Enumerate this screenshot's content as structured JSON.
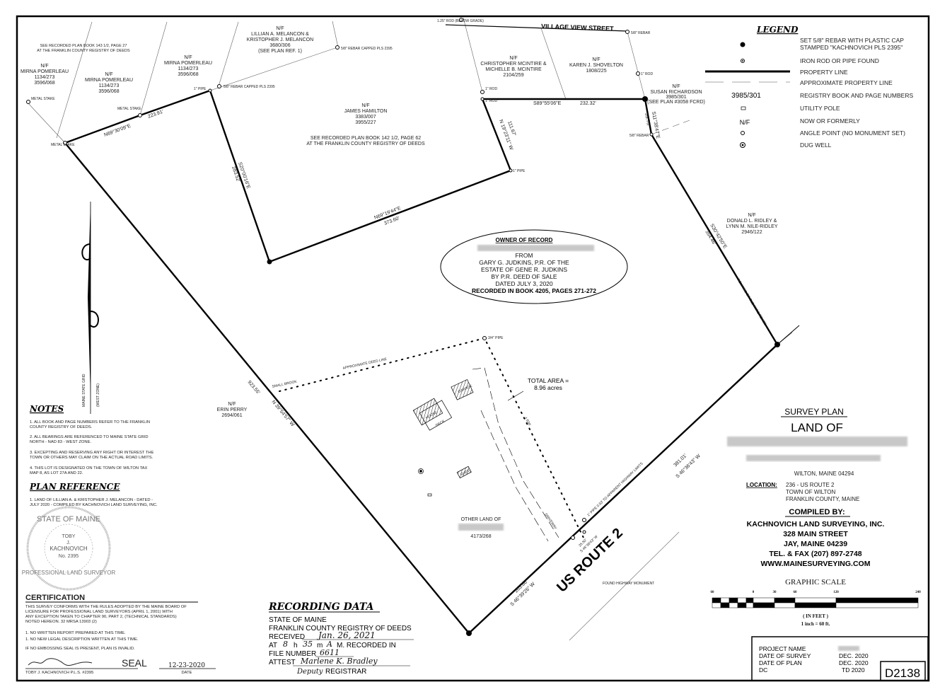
{
  "street": "VILLAGE VIEW STREET",
  "route": "US ROUTE 2",
  "parcels": {
    "plan_ref_143": [
      "SEE RECORDED PLAN BOOK 143 1/2, PAGE 27",
      "AT THE FRANKLIN COUNTY REGISTRY OF DEEDS"
    ],
    "pomerleau_1": [
      "N/F",
      "MIRNA POMERLEAU",
      "1134/273",
      "3596/068"
    ],
    "pomerleau_2": [
      "N/F",
      "MIRNA POMERLEAU",
      "1134/273",
      "3596/068"
    ],
    "pomerleau_3": [
      "N/F",
      "MIRNA POMERLEAU",
      "1134/273",
      "3596/068"
    ],
    "melancon": [
      "N/F",
      "LILLIAN A. MELANCON &",
      "KRISTOPHER J. MELANCON",
      "3680/306",
      "(SEE PLAN REF. 1)"
    ],
    "hamilton": [
      "N/F",
      "JAMES HAMILTON",
      "3383/007",
      "3955/227"
    ],
    "plan_ref_142": [
      "SEE RECORDED PLAN BOOK 142 1/2, PAGE 62",
      "AT THE FRANKLIN COUNTY REGISTRY OF DEEDS"
    ],
    "mcintire": [
      "N/F",
      "CHRISTOPHER MCINTIRE &",
      "MICHELLE B. MCINTIRE",
      "2104/259"
    ],
    "shovelton": [
      "N/F",
      "KAREN J. SHOVELTON",
      "1808/225"
    ],
    "richardson": [
      "N/F",
      "SUSAN RICHARDSON",
      "3985/301",
      "(SEE PLAN #3058 FCRD)"
    ],
    "ridley": [
      "N/F",
      "DONALD L. RIDLEY &",
      "LYNN M. NILE-RIDLEY",
      "2946/122"
    ],
    "perry": [
      "N/F",
      "ERIN PERRY",
      "2694/061"
    ],
    "other_land": [
      "OTHER LAND OF",
      "4173/268"
    ]
  },
  "monuments": {
    "metal_stake": "METAL STAKE",
    "pipe_1": "1\" PIPE",
    "rebar_capped": "5/8\" REBAR CAPPED PLS 2395",
    "rod_125": "1.25\" ROD (BELOW GRADE)",
    "rebar_58": "5/8\" REBAR",
    "rod_1": "1\" ROD",
    "pipe_34": "3/4\" PIPE",
    "pipe_road": "1\" PIPE 0.93' TO APPARENT HIGHWAY LIMITS",
    "highway_monument": "FOUND HIGHWAY MONUMENT",
    "small_brook": "SMALL BROOK"
  },
  "bearings": {
    "b1": "N69°30'09\"E",
    "d1": "223.91'",
    "b2": "S20°00'16\"E",
    "d2": "283.52'",
    "b3": "N69°19'44\"E",
    "d3": "373.60'",
    "b4": "N 19°23'11\" W",
    "d4": "111.67'",
    "b5": "S89°55'06\"E",
    "d5": "232.32'",
    "b6": "S11°38'47\"E",
    "d6": "53.78'",
    "b7": "S30°42'50\"E",
    "d7": "354.46'",
    "b8": "S 46°36'43\" W",
    "d8": "381.01'",
    "b9": "S 46°39'26\" W",
    "d9": "203.86'",
    "b10": "N 39°54'57\" W",
    "d10": "923.55'",
    "b11": "S 46°36'43\" W",
    "d11": "25.50'",
    "deed_line": "APPROXIMATE DEED LINE",
    "deed_dist": "± 630'",
    "fence": "REMAINS OF OLD WIRE FENCE"
  },
  "structures": {
    "garage": "GARAGE",
    "house": "HOUSE",
    "deck": "DECK",
    "shed": "SHED",
    "driveway": "DRIVEWAY"
  },
  "total_area": [
    "TOTAL AREA =",
    "8.96 acres"
  ],
  "owner_of_record": {
    "title": "OWNER OF RECORD",
    "lines": [
      "FROM",
      "GARY G. JUDKINS, P.R. OF THE",
      "ESTATE OF GENE R. JUDKINS",
      "BY P.R. DEED OF SALE",
      "DATED JULY 3, 2020"
    ],
    "recorded": "RECORDED IN BOOK 4205, PAGES 271-272"
  },
  "legend": {
    "title": "LEGEND",
    "items": [
      {
        "icon": "set-rebar-icon",
        "label": "SET 5/8\" REBAR WITH PLASTIC CAP",
        "label2": "STAMPED \"KACHNOVICH PLS 2395\""
      },
      {
        "icon": "iron-rod-icon",
        "label": "IRON ROD OR PIPE FOUND"
      },
      {
        "icon": "property-line-icon",
        "label": "PROPERTY LINE"
      },
      {
        "icon": "approx-line-icon",
        "label": "APPROXIMATE PROPERTY LINE"
      },
      {
        "symbol": "3985/301",
        "label": "REGISTRY BOOK AND PAGE NUMBERS"
      },
      {
        "icon": "utility-pole-icon",
        "label": "UTILITY POLE"
      },
      {
        "symbol": "N/F",
        "label": "NOW OR FORMERLY"
      },
      {
        "icon": "angle-point-icon",
        "label": "ANGLE POINT (NO MONUMENT SET)"
      },
      {
        "icon": "dug-well-icon",
        "label": "DUG WELL"
      }
    ]
  },
  "north_arrow": [
    "MAINE STATE GRID",
    "(WEST ZONE)"
  ],
  "notes": {
    "title": "NOTES",
    "items": [
      [
        "1.  ALL BOOK AND PAGE NUMBERS REFER TO THE FRANKLIN",
        "COUNTY REGISTRY OF DEEDS."
      ],
      [
        "2.  ALL BEARINGS ARE REFERENCED TO MAINE STATE GRID",
        "NORTH - NAD 83 - WEST ZONE."
      ],
      [
        "3.  EXCEPTING AND RESERVING ANY RIGHT OR INTEREST THE",
        "TOWN OR OTHERS MAY CLAIM ON THE ACTUAL ROAD LIMITS."
      ],
      [
        "4.  THIS LOT IS DESIGNATED ON THE TOWN OF WILTON TAX",
        "MAP 8, AS LOT 27A AND 22."
      ]
    ]
  },
  "plan_reference": {
    "title": "PLAN REFERENCE",
    "items": [
      [
        "1.  LAND OF LILLIAN A. & KRISTOPHER J. MELANCON - DATED -",
        "JULY 2020 - COMPILED BY KACHNOVICH LAND SURVEYING, INC."
      ]
    ]
  },
  "seal": {
    "ring_top": "STATE OF MAINE",
    "name": [
      "TOBY",
      "J.",
      "KACHNOVICH",
      "No. 2395"
    ],
    "ring_bottom": "PROFESSIONAL LAND SURVEYOR"
  },
  "certification": {
    "title": "CERTIFICATION",
    "text": [
      "THIS SURVEY CONFORMS WITH THE RULES ADOPTED BY THE MAINE BOARD OF",
      "LICENSURE FOR PROFESSIONAL LAND SURVEYORS (APRIL 1, 2001) WITH",
      "ANY EXCEPTION TAKEN TO CHAPTER 90, PART 2, (TECHNICAL STANDARDS)",
      "NOTED HEREON.  32 MRSA  13903 (2)"
    ],
    "items": [
      "1.  NO WRITTEN REPORT PREPARED AT THIS TIME.",
      "1.  NO NEW LEGAL DESCRIPTION WRITTEN AT THIS TIME."
    ],
    "invalid": "IF NO EMBOSSING SEAL IS PRESENT, PLAN IS INVALID.",
    "seal_label": "SEAL",
    "signer": "TOBY J. KACHNOVICH  P.L.S. #2395",
    "date": "12-23-2020",
    "date_label": "DATE"
  },
  "recording_data": {
    "title": "RECORDING DATA",
    "state": "STATE OF MAINE",
    "registry": "FRANKLIN COUNTY REGISTRY OF DEEDS",
    "received_label": "RECEIVED",
    "received": "Jan. 26, 2021",
    "at_label": "AT",
    "hour": "8",
    "h": "h",
    "minute": "35",
    "m": "m",
    "ampm": "A",
    "M": "M.  RECORDED IN",
    "file_label": "FILE NUMBER",
    "file": "6611",
    "attest_label": "ATTEST",
    "attest": "Marlene K. Bradley",
    "deputy": "Deputy",
    "registrar": "REGISTRAR"
  },
  "title_block": {
    "survey_plan": "SURVEY PLAN",
    "land_of": "LAND OF",
    "address": "WILTON, MAINE 04294",
    "location_label": "LOCATION:",
    "location": [
      "236 - US ROUTE 2",
      "TOWN OF WILTON",
      "FRANKLIN COUNTY, MAINE"
    ],
    "compiled_by": "COMPILED BY:",
    "company": [
      "KACHNOVICH LAND SURVEYING, INC.",
      "328 MAIN STREET",
      "JAY, MAINE 04239",
      "TEL. & FAX (207) 897-2748",
      "WWW.MAINESURVEYING.COM"
    ]
  },
  "graphic_scale": {
    "title": "GRAPHIC SCALE",
    "ticks": [
      "60",
      "0",
      "30",
      "60",
      "120",
      "240"
    ],
    "units": "( IN FEET )",
    "ratio": "1 inch = 60  ft."
  },
  "project": {
    "rows": [
      {
        "label": "PROJECT NAME",
        "value": ""
      },
      {
        "label": "DATE OF SURVEY",
        "value": "DEC. 2020"
      },
      {
        "label": "DATE OF PLAN",
        "value": "DEC. 2020"
      },
      {
        "label": "DC",
        "value": "TD 2020"
      }
    ],
    "drawing_number": "D2138"
  }
}
